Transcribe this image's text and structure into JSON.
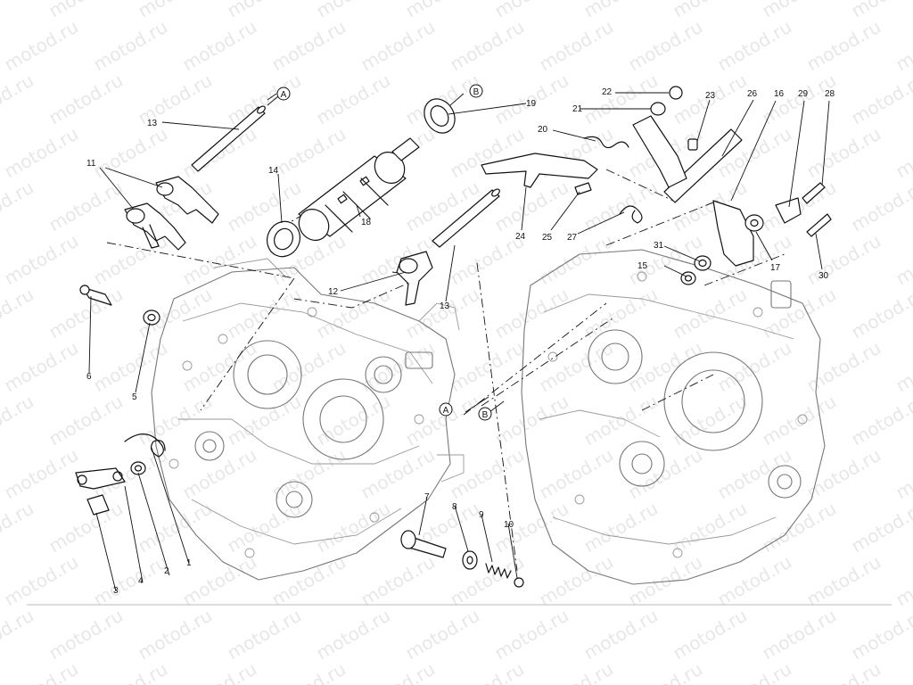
{
  "watermark": "motod.ru",
  "callouts": [
    {
      "id": "c1",
      "label": "1"
    },
    {
      "id": "c2",
      "label": "2"
    },
    {
      "id": "c3",
      "label": "3"
    },
    {
      "id": "c4",
      "label": "4"
    },
    {
      "id": "c5",
      "label": "5"
    },
    {
      "id": "c6",
      "label": "6"
    },
    {
      "id": "c7",
      "label": "7"
    },
    {
      "id": "c8",
      "label": "8"
    },
    {
      "id": "c9",
      "label": "9"
    },
    {
      "id": "c10",
      "label": "10"
    },
    {
      "id": "c11",
      "label": "11"
    },
    {
      "id": "c12",
      "label": "12"
    },
    {
      "id": "c13a",
      "label": "13"
    },
    {
      "id": "c13b",
      "label": "13"
    },
    {
      "id": "c14",
      "label": "14"
    },
    {
      "id": "c15",
      "label": "15"
    },
    {
      "id": "c16",
      "label": "16"
    },
    {
      "id": "c17",
      "label": "17"
    },
    {
      "id": "c18",
      "label": "18"
    },
    {
      "id": "c19",
      "label": "19"
    },
    {
      "id": "c20",
      "label": "20"
    },
    {
      "id": "c21",
      "label": "21"
    },
    {
      "id": "c22",
      "label": "22"
    },
    {
      "id": "c23",
      "label": "23"
    },
    {
      "id": "c24",
      "label": "24"
    },
    {
      "id": "c25",
      "label": "25"
    },
    {
      "id": "c26",
      "label": "26"
    },
    {
      "id": "c27",
      "label": "27"
    },
    {
      "id": "c28",
      "label": "28"
    },
    {
      "id": "c29",
      "label": "29"
    },
    {
      "id": "c30",
      "label": "30"
    },
    {
      "id": "c31",
      "label": "31"
    }
  ],
  "reference_marks": {
    "a": "A",
    "b": "B"
  }
}
